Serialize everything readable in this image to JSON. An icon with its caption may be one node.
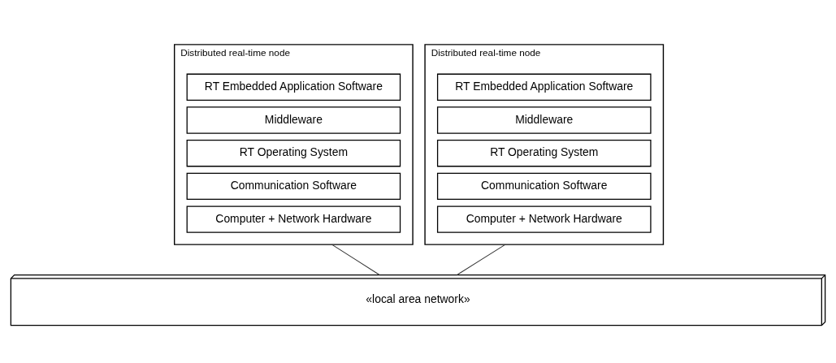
{
  "diagram": {
    "nodes": [
      {
        "text": [
          "Distributed real-time node"
        ]
      },
      {
        "text": [
          "RT Embedded Application Software"
        ],
        "in": 0
      },
      {
        "text": [
          "Middleware"
        ],
        "in": 0
      },
      {
        "text": [
          "RT Operating System"
        ],
        "in": 0
      },
      {
        "text": [
          "Communication Software"
        ],
        "in": 0
      },
      {
        "text": [
          "Computer + Network Hardware"
        ],
        "in": 0
      },
      {
        "text": [
          "Distributed real-time node"
        ]
      },
      {
        "text": [
          "RT Embedded Application Software"
        ],
        "in": 6
      },
      {
        "text": [
          "Middleware"
        ],
        "in": 6
      },
      {
        "text": [
          "RT Operating System"
        ],
        "in": 6
      },
      {
        "text": [
          "Communication Software"
        ],
        "in": 6
      },
      {
        "text": [
          "Computer + Network Hardware"
        ],
        "in": 6
      },
      {
        "text": [
          "«local area network»"
        ]
      }
    ],
    "edges": [
      {
        "from": 0,
        "to": 12,
        "arrow": "none"
      },
      {
        "from": 6,
        "to": 12,
        "arrow": "none"
      }
    ]
  }
}
